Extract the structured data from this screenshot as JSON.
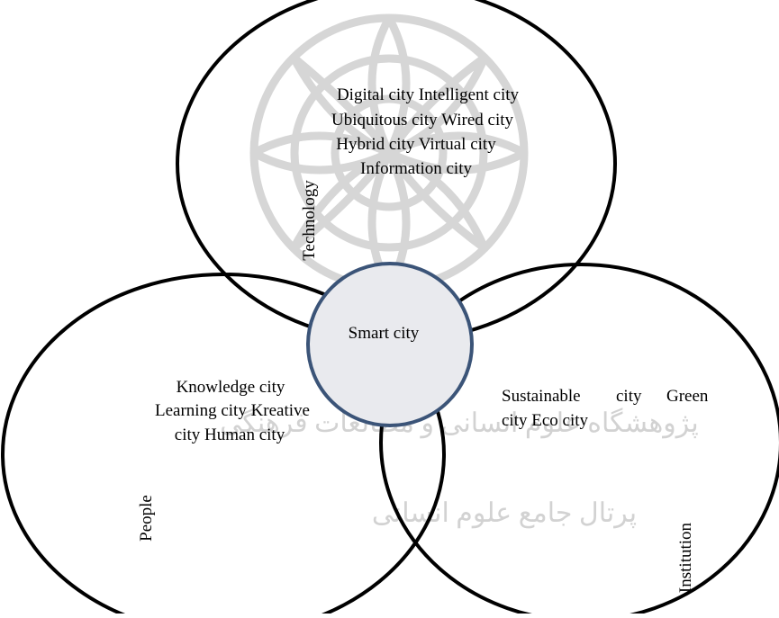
{
  "diagram": {
    "technology": {
      "axis_label": "Technology",
      "lines": [
        "Digital city Intelligent city",
        "Ubiquitous city Wired city",
        "Hybrid city Virtual city",
        "Information city"
      ]
    },
    "people": {
      "axis_label": "People",
      "lines": [
        "Knowledge city",
        "Learning city Kreative",
        "city Human city"
      ]
    },
    "institution": {
      "axis_label": "Institution",
      "line1_left": "Sustainable",
      "line1_mid": "city",
      "line1_right": "Green",
      "line2": "city Eco city"
    },
    "center": {
      "label": "Smart city"
    }
  },
  "watermark": {
    "text_line1": "پژوهشگاه علوم انسانی و مطالعات فرهنگی",
    "text_line2": "پرتال جامع علوم انسانی"
  },
  "colors": {
    "outline": "#000000",
    "center_fill": "#e9eaee",
    "center_stroke": "#3b5478",
    "watermark": "#d6d6d6"
  }
}
